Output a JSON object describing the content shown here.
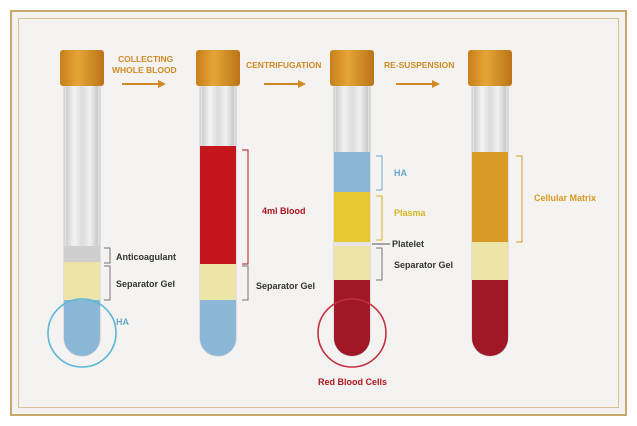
{
  "steps": {
    "collecting_line1": "COLLECTING",
    "collecting_line2": "WHOLE BLOOD",
    "centrifugation": "CENTRIFUGATION",
    "resuspension": "RE-SUSPENSION"
  },
  "labels": {
    "tube1_anticoagulant": "Anticoagulant",
    "tube1_separator_gel": "Separator Gel",
    "tube1_ha": "HA",
    "tube2_blood": "4ml Blood",
    "tube2_separator_gel": "Separator Gel",
    "tube3_ha": "HA",
    "tube3_plasma": "Plasma",
    "tube3_platelet": "Platelet",
    "tube3_separator_gel": "Separator Gel",
    "tube3_rbc": "Red Blood Cells",
    "tube4_cellular_matrix": "Cellular Matrix"
  },
  "colors": {
    "frame": "#c9a86a",
    "cap": "#e09a2c",
    "ha": "#8bb8d8",
    "gel": "#ece4a8",
    "blood": "#c4161c",
    "rbc": "#a01826",
    "plasma": "#e8c832",
    "matrix": "#d99a26",
    "step_text": "#d08a24",
    "ha_text": "#6aa8cc",
    "blood_text": "#b0141c",
    "plasma_text": "#d8b422",
    "matrix_text": "#d89a22",
    "circle_blue": "#5cb6d8",
    "circle_red": "#c43040"
  }
}
